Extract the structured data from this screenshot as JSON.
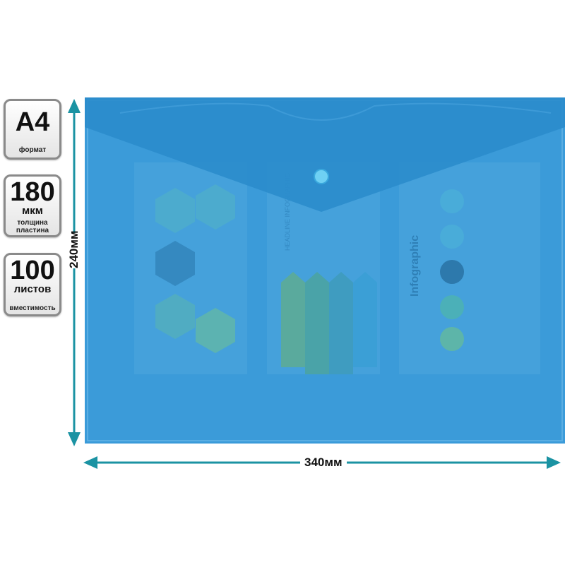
{
  "badges": [
    {
      "value": "A4",
      "unit": "",
      "caption": "формат"
    },
    {
      "value": "180",
      "unit": "мкм",
      "caption": "толщина пластина"
    },
    {
      "value": "100",
      "unit": "листов",
      "caption": "вместимость"
    }
  ],
  "dimensions": {
    "height": "240мм",
    "width": "340мм"
  },
  "insert": {
    "headline": "HEADLINE INFOGRAPHIC",
    "title": "Infographic"
  },
  "colors": {
    "folder": "#3b9bd9",
    "flap": "#2b8ccc",
    "arrow": "#1b93a3",
    "button": "#6fd0f3"
  }
}
